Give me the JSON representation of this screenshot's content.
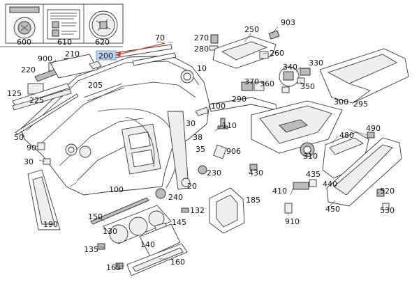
{
  "diagram": {
    "labels": {
      "p600": "600",
      "p610": "610",
      "p620": "620",
      "p70": "70",
      "p200": "200",
      "p210": "210",
      "p900": "900",
      "p220": "220",
      "p205": "205",
      "p125": "125",
      "p225": "225",
      "p50": "50",
      "p90": "90",
      "p30": "30",
      "p190": "190",
      "p270": "270",
      "p280": "280",
      "p250": "250",
      "p903": "903",
      "p260": "260",
      "p10": "10",
      "p340": "340",
      "p330": "330",
      "p350": "350",
      "p370": "370",
      "p360": "360",
      "p295": "295",
      "p290": "290",
      "p100a": "100",
      "p110": "110",
      "p300": "300",
      "p480": "480",
      "p490": "490",
      "p38": "38",
      "p35": "35",
      "p906": "906",
      "p230": "230",
      "p20": "20",
      "p100b": "100",
      "p310": "310",
      "p430": "430",
      "p435": "435",
      "p410": "410",
      "p440": "440",
      "p520": "520",
      "p530": "530",
      "p450": "450",
      "p910": "910",
      "p240": "240",
      "p132": "132",
      "p185": "185",
      "p150": "150",
      "p130": "130",
      "p145": "145",
      "p140": "140",
      "p135": "135",
      "p165": "165",
      "p160": "160"
    },
    "highlight_color": "#bcd3ec",
    "arrow_color": "#e03a2f"
  }
}
